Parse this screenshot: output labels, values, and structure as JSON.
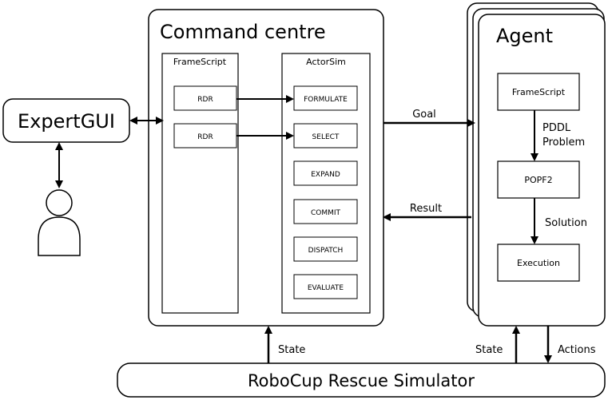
{
  "command_centre": {
    "title": "Command centre",
    "framescript_label": "FrameScript",
    "actorsim_label": "ActorSim",
    "rdr_boxes": [
      "RDR",
      "RDR"
    ],
    "actorsim_steps": [
      "FORMULATE",
      "SELECT",
      "EXPAND",
      "COMMIT",
      "DISPATCH",
      "EVALUATE"
    ]
  },
  "expert_gui": {
    "label": "ExpertGUI"
  },
  "agent": {
    "title": "Agent",
    "nodes": [
      "FrameScript",
      "POPF2",
      "Execution"
    ],
    "edge_pddl": [
      "PDDL",
      "Problem"
    ],
    "edge_solution": "Solution"
  },
  "edges": {
    "goal": "Goal",
    "result": "Result",
    "state_cc": "State",
    "state_agent": "State",
    "actions": "Actions"
  },
  "simulator": {
    "label": "RoboCup Rescue Simulator"
  }
}
